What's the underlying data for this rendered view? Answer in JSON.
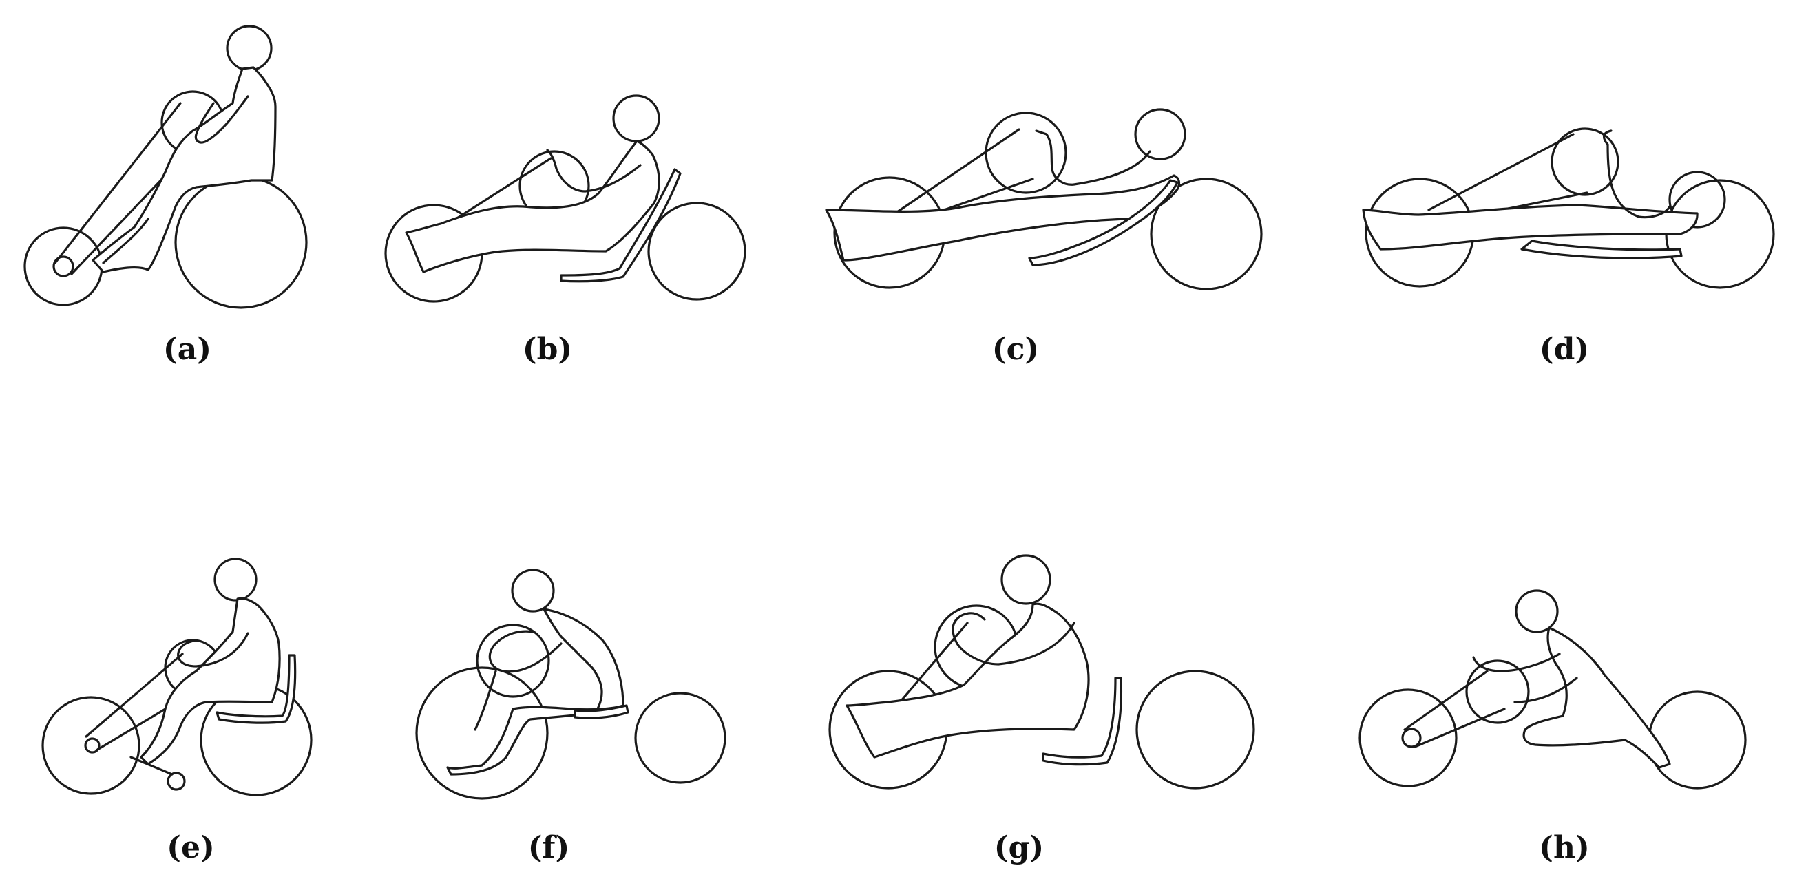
{
  "colors": {
    "ink": "#1a1a1a",
    "background": "#ffffff"
  },
  "panels": [
    {
      "label": "(a)"
    },
    {
      "label": "(b)"
    },
    {
      "label": "(c)"
    },
    {
      "label": "(d)"
    },
    {
      "label": "(e)"
    },
    {
      "label": "(f)"
    },
    {
      "label": "(g)"
    },
    {
      "label": "(h)"
    }
  ]
}
